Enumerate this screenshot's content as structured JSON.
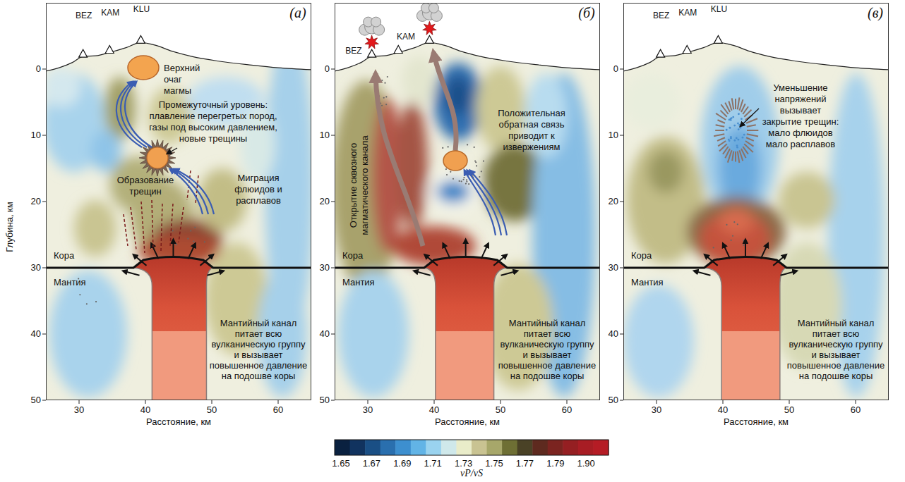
{
  "diagram": {
    "nodes": [
      {
        "text": [
          "(а)",
          "BEZ",
          "KAM",
          "KLU",
          "Верхний очаг магмы",
          "Промежуточный уровень: плавление перегретых пород, газы под высоким давлением, новые трещины",
          "Образование трещин",
          "Миграция флюидов и расплавов",
          "Кора",
          "Мантия",
          "Мантийный канал питает всю вулканическую группу и вызывает повышенное давление на подошве коры"
        ]
      },
      {
        "text": [
          "(б)",
          "BEZ",
          "KAM",
          "Открытие сквозного магматического канала",
          "Положительная обратная связь приводит к извержениям",
          "Кора",
          "Мантия",
          "Мантийный канал питает всю вулканическую группу и вызывает повышенное давление на подошве коры"
        ]
      },
      {
        "text": [
          "(в)",
          "BEZ",
          "KAM",
          "KLU",
          "Уменьшение напряжений вызывает закрытие трещин: мало флюидов мало расплавов",
          "Кора",
          "Мантия",
          "Мантийный канал питает всю вулканическую группу и вызывает повышенное давление на подошве коры"
        ]
      }
    ],
    "labels": [
      "Глубина, км",
      "0",
      "10",
      "20",
      "30",
      "40",
      "50",
      "30",
      "40",
      "50",
      "60",
      "Расстояние, км",
      "0",
      "10",
      "20",
      "30",
      "40",
      "50",
      "30",
      "40",
      "50",
      "60",
      "Расстояние, км",
      "0",
      "10",
      "20",
      "30",
      "40",
      "50",
      "30",
      "40",
      "50",
      "60",
      "Расстояние, км",
      "1.65",
      "1.67",
      "1.69",
      "1.71",
      "1.73",
      "1.75",
      "1.77",
      "1.79",
      "1.90",
      "vP/vS"
    ]
  }
}
